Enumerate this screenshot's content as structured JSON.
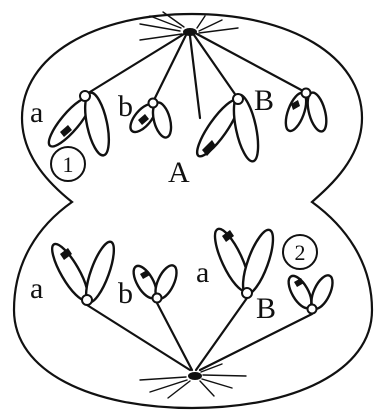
{
  "labels": {
    "top_a": "a",
    "top_b": "b",
    "top_B": "B",
    "top_A": "A",
    "bottom_a_left": "a",
    "bottom_b": "b",
    "bottom_a_right": "a",
    "bottom_B": "B",
    "marker_1": "①",
    "marker_2": "②"
  }
}
